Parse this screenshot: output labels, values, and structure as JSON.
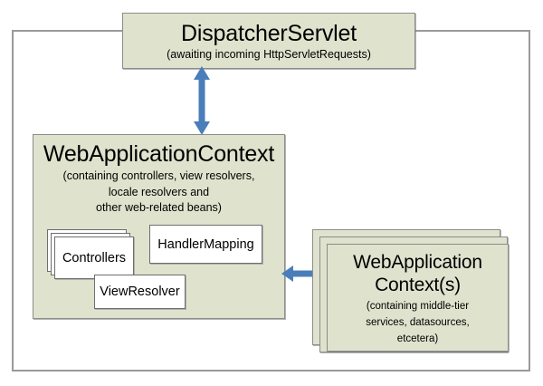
{
  "diagram": {
    "type": "spring-mvc-context-hierarchy",
    "accent_color": "#4a7ebb",
    "box_fill": "#dfe2cd",
    "box_border": "#8c8c8c",
    "frame_border": "#9a9a9a",
    "background": "#ffffff"
  },
  "dispatcher_servlet": {
    "title": "DispatcherServlet",
    "subtitle": "(awaiting incoming HttpServletRequests)"
  },
  "web_application_context": {
    "title": "WebApplicationContext",
    "subtitle_lines": [
      "(containing controllers, view resolvers,",
      "locale resolvers and",
      "other web-related beans)"
    ],
    "inner_boxes": [
      {
        "label": "Controllers",
        "stacked": true
      },
      {
        "label": "HandlerMapping",
        "stacked": false
      },
      {
        "label": "ViewResolver",
        "stacked": false
      }
    ]
  },
  "root_application_context": {
    "title_lines": [
      "WebApplication",
      "Context(s)"
    ],
    "subtitle_lines": [
      "(containing middle-tier",
      "services, datasources,",
      "etcetera)"
    ],
    "stacked": true
  },
  "arrows": [
    {
      "name": "dispatcher-to-web-context",
      "orientation": "vertical",
      "double_headed": true
    },
    {
      "name": "web-context-to-root-context",
      "orientation": "horizontal",
      "double_headed": true
    }
  ]
}
